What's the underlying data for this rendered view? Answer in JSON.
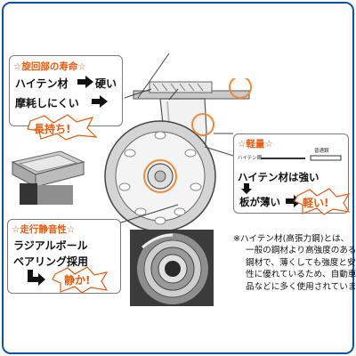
{
  "swivel_card": {
    "header": "☆旋回部の寿命☆",
    "line1_a": "ハイテン材",
    "line1_b": "硬い",
    "line2": "摩耗しにくい",
    "badge": "長持ち!"
  },
  "light_card": {
    "header": "☆軽量☆",
    "chart_label_hi": "ハイテン鋼",
    "chart_label_std": "普通鋼",
    "line1": "ハイテン材は強い",
    "line2": "板が薄い",
    "badge": "軽い!"
  },
  "quiet_card": {
    "header": "☆走行静音性☆",
    "line1": "ラジアルボール",
    "line2": "ベアリング採用",
    "badge": "静か!"
  },
  "note": {
    "lines": [
      "※ハイテン材(高張力鋼)とは、",
      "一般の鋼材より高強度のある",
      "鋼材で、薄くしても強度と安全",
      "性に優れているため、自動車部",
      "品などに多く使用されています。"
    ]
  },
  "colors": {
    "frame": "#0a56a6",
    "header": "#e8590c",
    "badge": "#e8590c",
    "highlight": "#f08a3a"
  }
}
